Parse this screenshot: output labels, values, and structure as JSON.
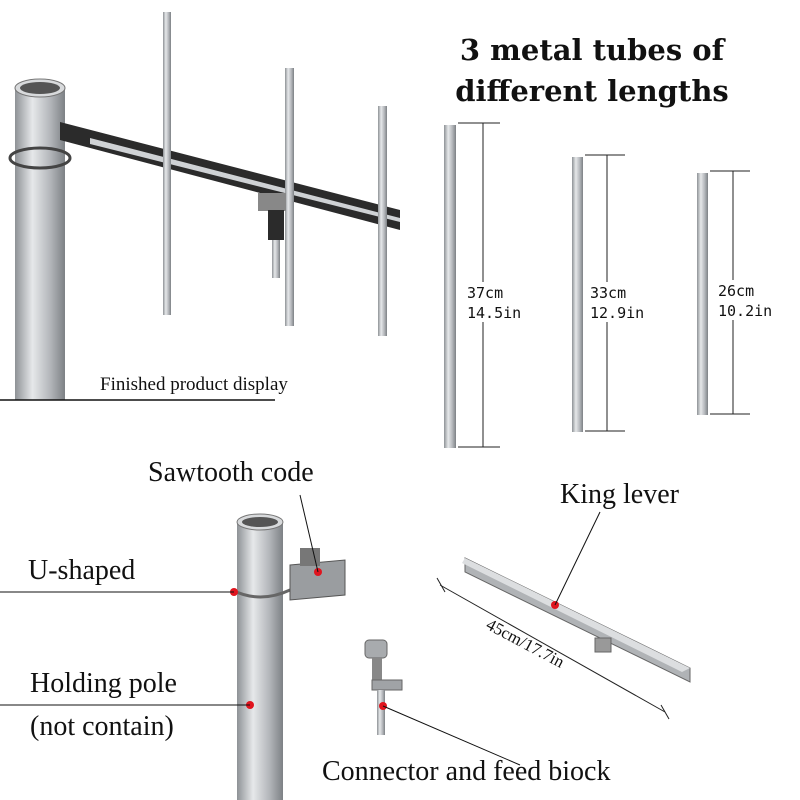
{
  "title": {
    "line1": "3 metal tubes of",
    "line2": "different lengths"
  },
  "caption": "Finished product display",
  "tubes": [
    {
      "cm": "37cm",
      "in": "14.5in"
    },
    {
      "cm": "33cm",
      "in": "12.9in"
    },
    {
      "cm": "26cm",
      "in": "10.2in"
    }
  ],
  "parts": {
    "sawtooth": "Sawtooth code",
    "u_shaped": "U-shaped",
    "holding_pole": "Holding pole",
    "not_contain": "(not contain)",
    "king_lever": "King lever",
    "lever_length": "45cm/17.7in",
    "connector": "Connector and feed biock"
  },
  "colors": {
    "marker": "#e0141e",
    "metal": "#b9bcc0",
    "bracket": "#2b2b2b"
  }
}
